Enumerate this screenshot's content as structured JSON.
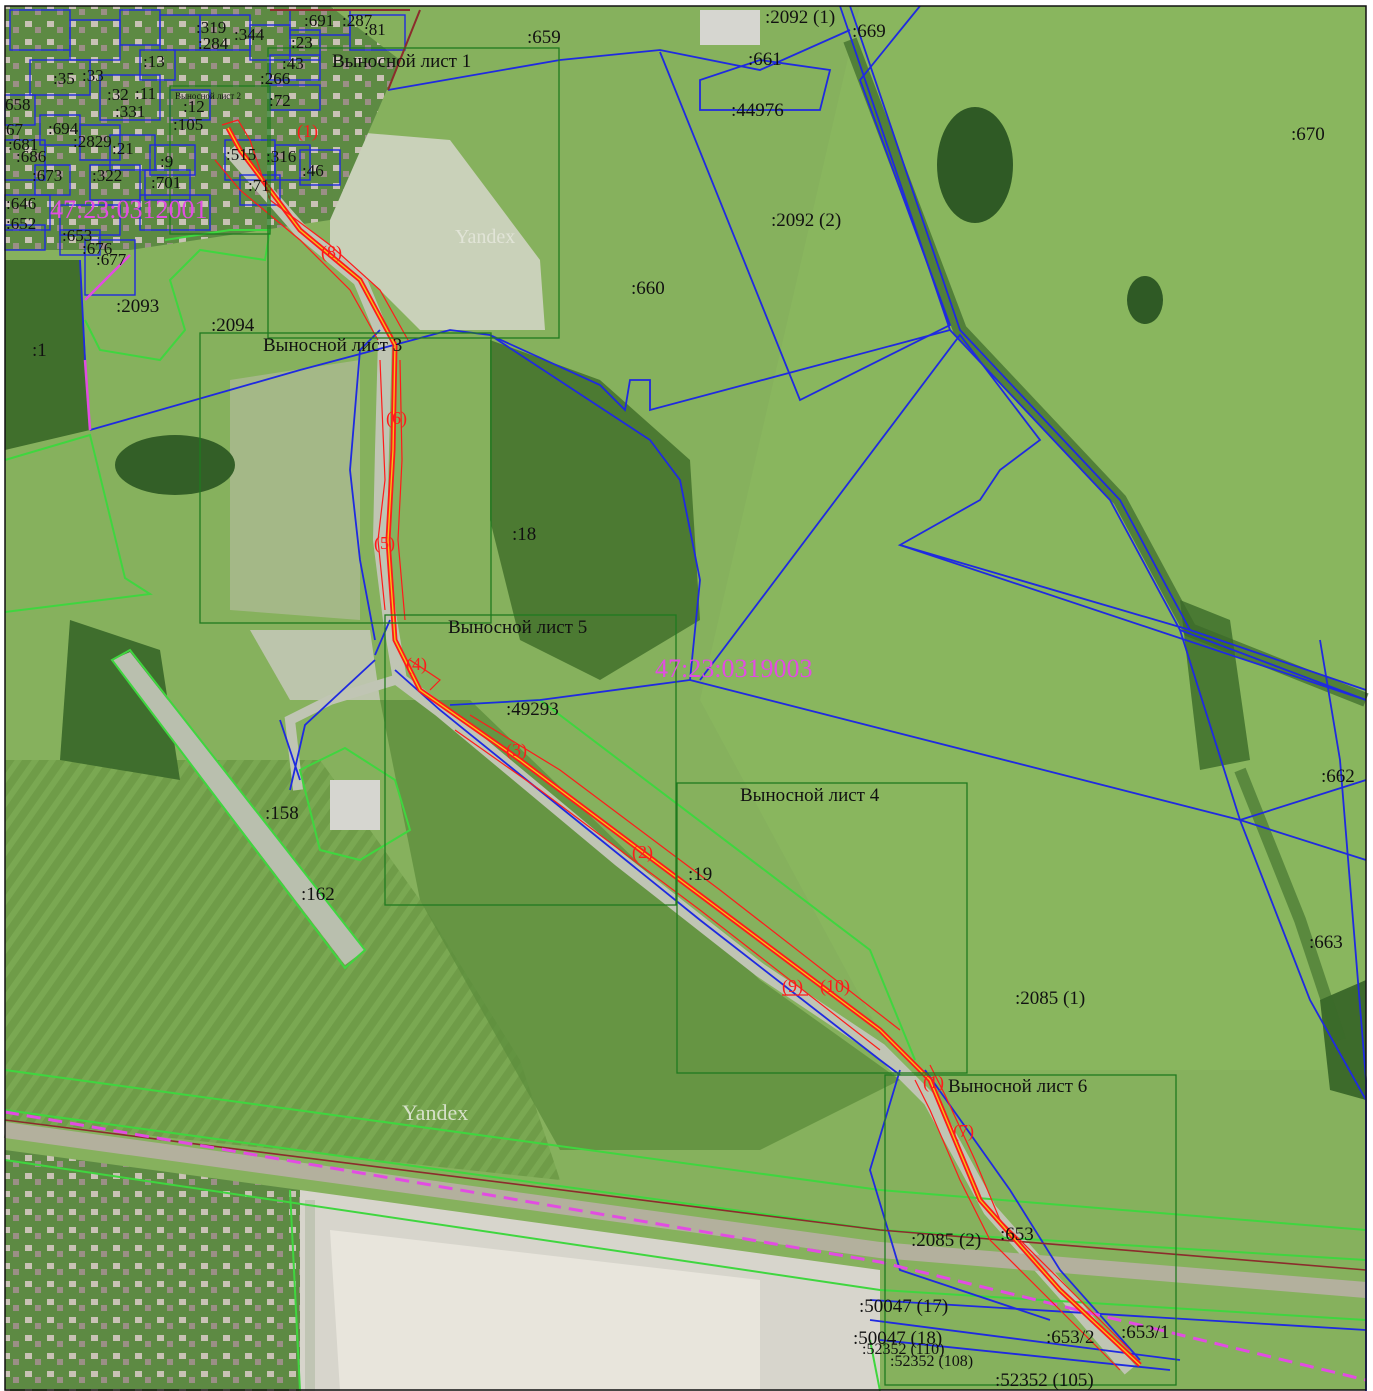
{
  "colors": {
    "field_light": "#86b05c",
    "field_mid": "#6f9c48",
    "field_dark": "#4f7d33",
    "forest": "#2f5a25",
    "road": "#b9bfae",
    "parcel_blue": "#1f2ae0",
    "zone_green": "#3fd63f",
    "sheet_frame": "#1f7a1f",
    "route_red": "#ff1a1a",
    "route_yellow": "#f3c21a",
    "quarter_magenta": "#e24ce2",
    "boundary_brown": "#8b2c2c",
    "text_dark": "#111111"
  },
  "watermark": {
    "text": "Yandex"
  },
  "quarters": [
    {
      "id": "q1",
      "label": "47:23:0312001"
    },
    {
      "id": "q2",
      "label": "47:23:0319003"
    }
  ],
  "sheets": [
    {
      "id": "s1",
      "label": "Выносной лист 1"
    },
    {
      "id": "s2",
      "label": "Выносной лист 2"
    },
    {
      "id": "s3",
      "label": "Выносной лист 3"
    },
    {
      "id": "s4",
      "label": "Выносной лист 4"
    },
    {
      "id": "s5",
      "label": "Выносной лист 5"
    },
    {
      "id": "s6",
      "label": "Выносной лист 6"
    }
  ],
  "parcels": [
    {
      "id": "p659",
      "label": ":659"
    },
    {
      "id": "p2092-1",
      "label": ":2092 (1)"
    },
    {
      "id": "p669",
      "label": ":669"
    },
    {
      "id": "p661",
      "label": ":661"
    },
    {
      "id": "p44976",
      "label": ":44976"
    },
    {
      "id": "p670",
      "label": ":670"
    },
    {
      "id": "p2092-2",
      "label": ":2092 (2)"
    },
    {
      "id": "p660",
      "label": ":660"
    },
    {
      "id": "p2093",
      "label": ":2093"
    },
    {
      "id": "p2094",
      "label": ":2094"
    },
    {
      "id": "p1",
      "label": ":1"
    },
    {
      "id": "p18",
      "label": ":18"
    },
    {
      "id": "p49293",
      "label": ":49293"
    },
    {
      "id": "p158",
      "label": ":158"
    },
    {
      "id": "p162",
      "label": ":162"
    },
    {
      "id": "p19",
      "label": ":19"
    },
    {
      "id": "p662",
      "label": ":662"
    },
    {
      "id": "p663",
      "label": ":663"
    },
    {
      "id": "p2085-1",
      "label": ":2085 (1)"
    },
    {
      "id": "p2085-2",
      "label": ":2085 (2)"
    },
    {
      "id": "p653",
      "label": ":653"
    },
    {
      "id": "p653-2",
      "label": ":653/2"
    },
    {
      "id": "p653-1",
      "label": ":653/1"
    },
    {
      "id": "p50047-17",
      "label": ":50047 (17)"
    },
    {
      "id": "p50047-18",
      "label": ":50047 (18)"
    },
    {
      "id": "p52352-105",
      "label": ":52352 (105)"
    },
    {
      "id": "p52352-108",
      "label": ":52352 (108)"
    },
    {
      "id": "p52352-110",
      "label": ":52352 (110)"
    }
  ],
  "village_parcels": [
    {
      "id": "v691",
      "label": ":691"
    },
    {
      "id": "v287",
      "label": ":287"
    },
    {
      "id": "v81",
      "label": ":81"
    },
    {
      "id": "v319",
      "label": ":319"
    },
    {
      "id": "v284",
      "label": ":284"
    },
    {
      "id": "v344",
      "label": ":344"
    },
    {
      "id": "v23",
      "label": ":23"
    },
    {
      "id": "v13",
      "label": ":13"
    },
    {
      "id": "v43",
      "label": ":43"
    },
    {
      "id": "v33",
      "label": ":33"
    },
    {
      "id": "v266",
      "label": ":266"
    },
    {
      "id": "v35",
      "label": ":35"
    },
    {
      "id": "v32",
      "label": ":32"
    },
    {
      "id": "v11",
      "label": ":11"
    },
    {
      "id": "v12",
      "label": ":12"
    },
    {
      "id": "v72",
      "label": ":72"
    },
    {
      "id": "v658",
      "label": "658"
    },
    {
      "id": "v331",
      "label": ":331"
    },
    {
      "id": "v105",
      "label": ":105"
    },
    {
      "id": "v67",
      "label": "67"
    },
    {
      "id": "v694",
      "label": ":694"
    },
    {
      "id": "v2829",
      "label": ":2829"
    },
    {
      "id": "v21",
      "label": ":21"
    },
    {
      "id": "v515",
      "label": ":515"
    },
    {
      "id": "v316",
      "label": ":316"
    },
    {
      "id": "v46",
      "label": ":46"
    },
    {
      "id": "v681",
      "label": ":681"
    },
    {
      "id": "v686",
      "label": ":686"
    },
    {
      "id": "v9",
      "label": ":9"
    },
    {
      "id": "v322",
      "label": ":322"
    },
    {
      "id": "v701",
      "label": ":701"
    },
    {
      "id": "v673",
      "label": ":673"
    },
    {
      "id": "v71",
      "label": ":71"
    },
    {
      "id": "v646",
      "label": ":646"
    },
    {
      "id": "v652",
      "label": ":652"
    },
    {
      "id": "v653b",
      "label": ":653"
    },
    {
      "id": "v676",
      "label": ":676"
    },
    {
      "id": "v677",
      "label": ":677"
    }
  ],
  "route_markers": [
    {
      "id": "r1a",
      "label": "(1)"
    },
    {
      "id": "r1b",
      "label": "(1)"
    },
    {
      "id": "r2",
      "label": "(2)"
    },
    {
      "id": "r3",
      "label": "(3)"
    },
    {
      "id": "r4",
      "label": "(4)"
    },
    {
      "id": "r5",
      "label": "(5)"
    },
    {
      "id": "r6",
      "label": "(6)"
    },
    {
      "id": "r7",
      "label": "(7)"
    },
    {
      "id": "r8",
      "label": "(8)"
    },
    {
      "id": "r9",
      "label": "(9)"
    },
    {
      "id": "r10",
      "label": "(10)"
    }
  ]
}
